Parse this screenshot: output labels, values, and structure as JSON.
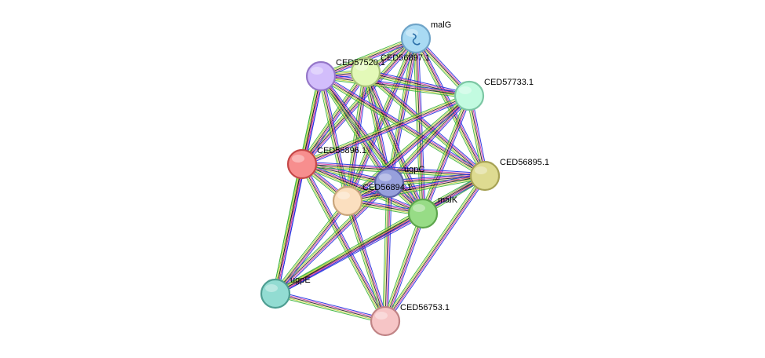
{
  "nodes": [
    {
      "id": "malG",
      "label": "malG",
      "fill": "#a9daf3",
      "stroke": "#6fa4c8"
    },
    {
      "id": "CED56897.1",
      "label": "CED56897.1",
      "fill": "#e3f9b8",
      "stroke": "#a9c47a"
    },
    {
      "id": "CED57520.1",
      "label": "CED57520.1",
      "fill": "#d2bdfb",
      "stroke": "#9577c8"
    },
    {
      "id": "CED57733.1",
      "label": "CED57733.1",
      "fill": "#c2fbe0",
      "stroke": "#7cc7a4"
    },
    {
      "id": "CED56896.1",
      "label": "CED56896.1",
      "fill": "#f78e8e",
      "stroke": "#c54848"
    },
    {
      "id": "ugpC",
      "label": "ugpC",
      "fill": "#97a0dc",
      "stroke": "#5c64a8"
    },
    {
      "id": "CED56894.1",
      "label": "CED56894.1",
      "fill": "#fbdfbf",
      "stroke": "#c9a57b"
    },
    {
      "id": "malK",
      "label": "malK",
      "fill": "#97dc86",
      "stroke": "#5ca54c"
    },
    {
      "id": "CED56895.1",
      "label": "CED56895.1",
      "fill": "#dedb91",
      "stroke": "#a6a255"
    },
    {
      "id": "ugpE",
      "label": "ugpE",
      "fill": "#92dcd2",
      "stroke": "#4e9e92"
    },
    {
      "id": "CED56753.1",
      "label": "CED56753.1",
      "fill": "#f6c5c6",
      "stroke": "#c08486"
    }
  ],
  "evidence_colors": [
    "#1e2ee0",
    "#d63aa4",
    "#222222",
    "#c4d33a",
    "#3ab23a"
  ],
  "edges": [
    [
      "malG",
      "CED56897.1"
    ],
    [
      "malG",
      "CED57520.1"
    ],
    [
      "malG",
      "CED57733.1"
    ],
    [
      "malG",
      "CED56896.1"
    ],
    [
      "malG",
      "ugpC"
    ],
    [
      "malG",
      "CED56894.1"
    ],
    [
      "malG",
      "malK"
    ],
    [
      "malG",
      "CED56895.1"
    ],
    [
      "CED56897.1",
      "CED57520.1"
    ],
    [
      "CED56897.1",
      "CED57733.1"
    ],
    [
      "CED56897.1",
      "CED56896.1"
    ],
    [
      "CED56897.1",
      "ugpC"
    ],
    [
      "CED56897.1",
      "CED56894.1"
    ],
    [
      "CED56897.1",
      "malK"
    ],
    [
      "CED56897.1",
      "CED56895.1"
    ],
    [
      "CED57520.1",
      "CED57733.1"
    ],
    [
      "CED57520.1",
      "CED56896.1"
    ],
    [
      "CED57520.1",
      "ugpC"
    ],
    [
      "CED57520.1",
      "CED56894.1"
    ],
    [
      "CED57520.1",
      "malK"
    ],
    [
      "CED57520.1",
      "CED56895.1"
    ],
    [
      "CED57520.1",
      "ugpE"
    ],
    [
      "CED57733.1",
      "CED56896.1"
    ],
    [
      "CED57733.1",
      "ugpC"
    ],
    [
      "CED57733.1",
      "CED56894.1"
    ],
    [
      "CED57733.1",
      "malK"
    ],
    [
      "CED57733.1",
      "CED56895.1"
    ],
    [
      "CED56896.1",
      "ugpC"
    ],
    [
      "CED56896.1",
      "CED56894.1"
    ],
    [
      "CED56896.1",
      "malK"
    ],
    [
      "CED56896.1",
      "CED56895.1"
    ],
    [
      "CED56896.1",
      "ugpE"
    ],
    [
      "CED56896.1",
      "CED56753.1"
    ],
    [
      "ugpC",
      "CED56894.1"
    ],
    [
      "ugpC",
      "malK"
    ],
    [
      "ugpC",
      "CED56895.1"
    ],
    [
      "ugpC",
      "ugpE"
    ],
    [
      "ugpC",
      "CED56753.1"
    ],
    [
      "CED56894.1",
      "malK"
    ],
    [
      "CED56894.1",
      "CED56895.1"
    ],
    [
      "CED56894.1",
      "ugpE"
    ],
    [
      "CED56894.1",
      "CED56753.1"
    ],
    [
      "malK",
      "CED56895.1"
    ],
    [
      "malK",
      "ugpE"
    ],
    [
      "malK",
      "CED56753.1"
    ],
    [
      "CED56895.1",
      "ugpE"
    ],
    [
      "CED56895.1",
      "CED56753.1"
    ],
    [
      "ugpE",
      "CED56753.1"
    ]
  ]
}
